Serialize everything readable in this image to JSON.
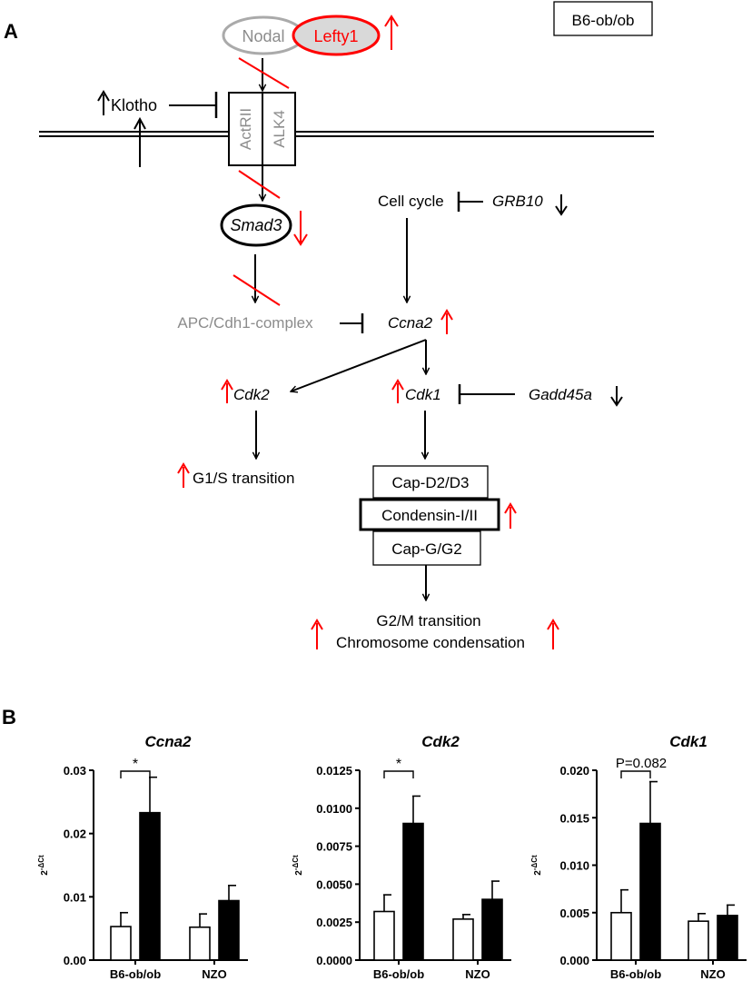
{
  "panel_a": {
    "label": "A",
    "strain_box": "B6-ob/ob",
    "colors": {
      "up": "#ff0000",
      "gray": "#8c8c8c",
      "black": "#000000",
      "lefty_fill": "#d9d9d9"
    },
    "nodes": {
      "nodal": "Nodal",
      "lefty1": "Lefty1",
      "klotho": "Klotho",
      "actrii": "ActRII",
      "alk4": "ALK4",
      "smad3": "Smad3",
      "cell_cycle": "Cell cycle",
      "grb10": "GRB10",
      "apc": "APC/Cdh1-complex",
      "ccna2": "Ccna2",
      "cdk2": "Cdk2",
      "cdk1": "Cdk1",
      "gadd45a": "Gadd45a",
      "g1s": "G1/S transition",
      "capd": "Cap-D2/D3",
      "condensin": "Condensin-I/II",
      "capg": "Cap-G/G2",
      "g2m": "G2/M transition",
      "chromosome": "Chromosome condensation"
    },
    "regulation": {
      "lefty1": "up",
      "klotho": "up",
      "smad3": "down",
      "grb10": "down",
      "ccna2": "up",
      "cdk2": "up",
      "cdk1": "up",
      "gadd45a": "down",
      "g1s": "up",
      "condensin": "up",
      "g2m": "up",
      "chromosome": "up"
    }
  },
  "panel_b": {
    "label": "B"
  },
  "chart_data": [
    {
      "type": "bar",
      "title": "Ccna2",
      "ylabel": "2-ΔCt",
      "categories": [
        "B6-ob/ob",
        "NZO"
      ],
      "ylim": [
        0,
        0.03
      ],
      "yticks": [
        "0.00",
        "0.01",
        "0.02",
        "0.03"
      ],
      "ytick_values": [
        0,
        0.01,
        0.02,
        0.03
      ],
      "series": [
        {
          "name": "open",
          "fill": "#ffffff",
          "values": [
            0.0053,
            0.0052
          ],
          "errors": [
            0.0022,
            0.0021
          ]
        },
        {
          "name": "filled",
          "fill": "#000000",
          "values": [
            0.0233,
            0.0094
          ],
          "errors": [
            0.0056,
            0.0024
          ]
        }
      ],
      "annotation": {
        "text": "*",
        "category": "B6-ob/ob"
      }
    },
    {
      "type": "bar",
      "title": "Cdk2",
      "ylabel": "2-ΔCt",
      "categories": [
        "B6-ob/ob",
        "NZO"
      ],
      "ylim": [
        0,
        0.0125
      ],
      "yticks": [
        "0.0000",
        "0.0025",
        "0.0050",
        "0.0075",
        "0.0100",
        "0.0125"
      ],
      "ytick_values": [
        0,
        0.0025,
        0.005,
        0.0075,
        0.01,
        0.0125
      ],
      "series": [
        {
          "name": "open",
          "fill": "#ffffff",
          "values": [
            0.0032,
            0.0027
          ],
          "errors": [
            0.0011,
            0.0003
          ]
        },
        {
          "name": "filled",
          "fill": "#000000",
          "values": [
            0.009,
            0.004
          ],
          "errors": [
            0.0018,
            0.0012
          ]
        }
      ],
      "annotation": {
        "text": "*",
        "category": "B6-ob/ob"
      }
    },
    {
      "type": "bar",
      "title": "Cdk1",
      "ylabel": "2-ΔCt",
      "categories": [
        "B6-ob/ob",
        "NZO"
      ],
      "ylim": [
        0,
        0.02
      ],
      "yticks": [
        "0.000",
        "0.005",
        "0.010",
        "0.015",
        "0.020"
      ],
      "ytick_values": [
        0,
        0.005,
        0.01,
        0.015,
        0.02
      ],
      "series": [
        {
          "name": "open",
          "fill": "#ffffff",
          "values": [
            0.005,
            0.0041
          ],
          "errors": [
            0.0024,
            0.0008
          ]
        },
        {
          "name": "filled",
          "fill": "#000000",
          "values": [
            0.0144,
            0.0047
          ],
          "errors": [
            0.0044,
            0.0011
          ]
        }
      ],
      "annotation": {
        "text": "P=0.082",
        "category": "B6-ob/ob"
      }
    }
  ]
}
